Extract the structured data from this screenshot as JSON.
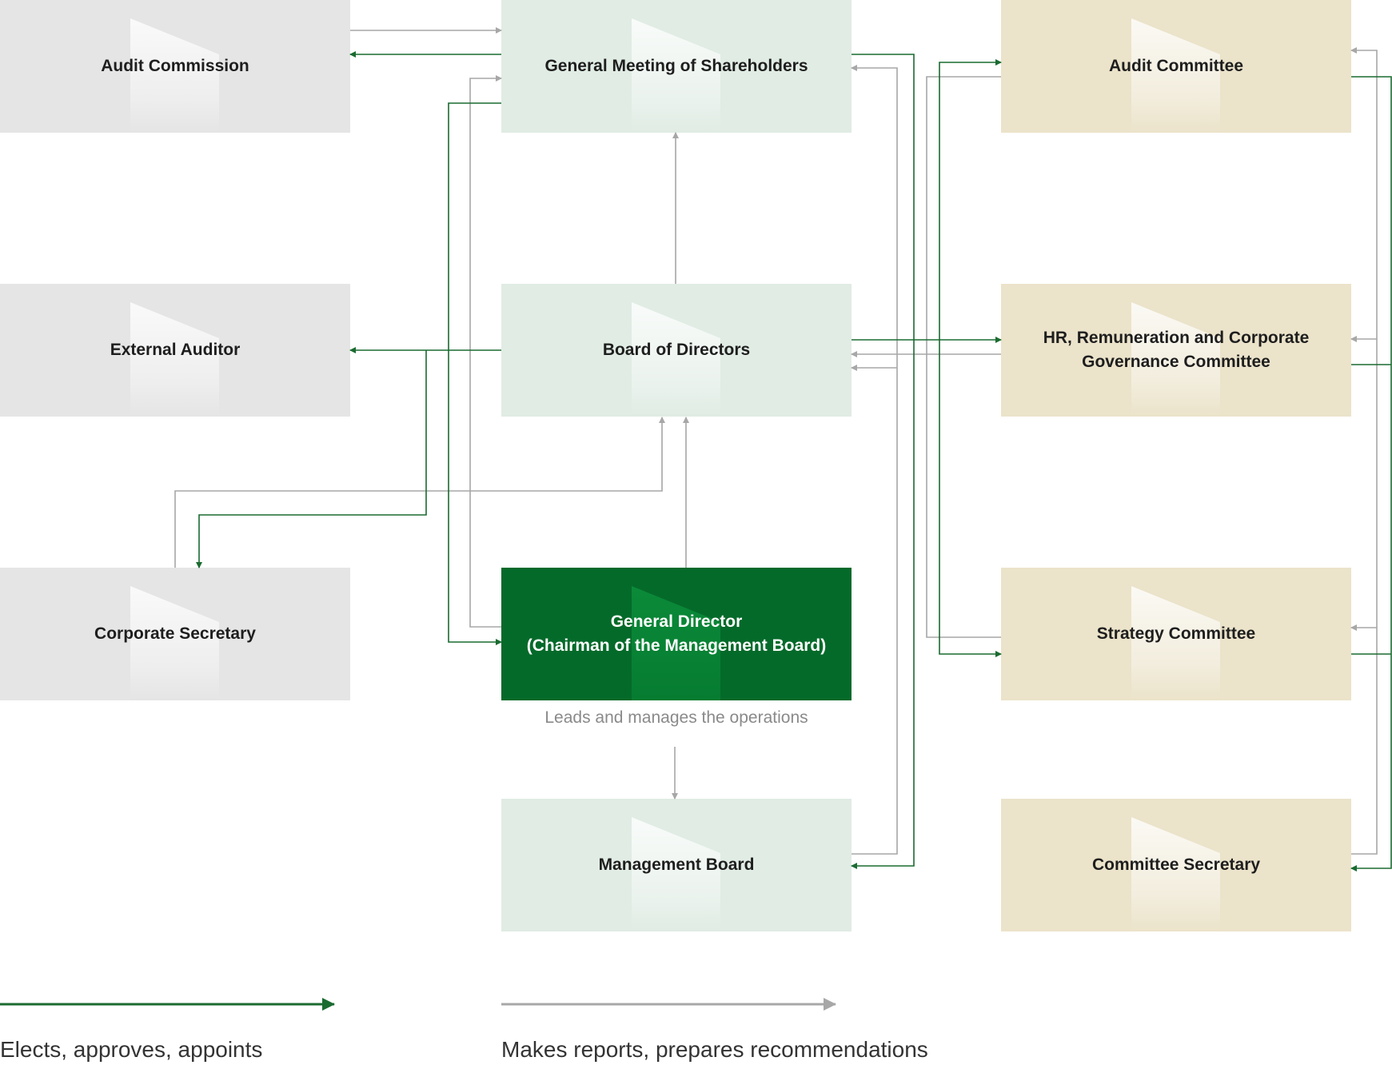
{
  "colors": {
    "elects_line": "#1a6b30",
    "reports_line": "#a7a7a7",
    "gray_box": "#e5e5e5",
    "green_box": "#e0ece4",
    "beige_box": "#ebe3ca",
    "highlight_box": "#046a2a"
  },
  "boxes": {
    "audit_commission": "Audit Commission",
    "general_meeting": "General Meeting of Shareholders",
    "audit_committee": "Audit Committee",
    "external_auditor": "External Auditor",
    "board_of_directors": "Board of Directors",
    "hr_committee": "HR, Remuneration and Corporate\nGovernance Committee",
    "corporate_secretary": "Corporate Secretary",
    "general_director": "General Director\n(Chairman of the Management Board)",
    "strategy_committee": "Strategy Committee",
    "management_board": "Management Board",
    "committee_secretary": "Committee Secretary"
  },
  "general_director_note": "Leads and manages the operations",
  "legend": {
    "elects": "Elects, approves, appoints",
    "reports": "Makes reports, prepares recommendations"
  }
}
